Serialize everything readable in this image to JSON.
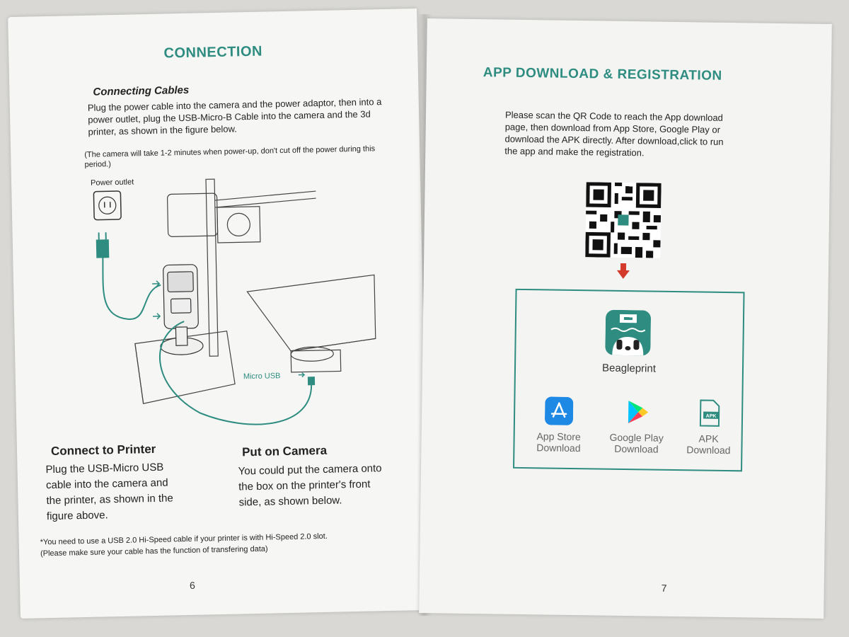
{
  "left_page": {
    "title": "CONNECTION",
    "connecting_heading": "Connecting Cables",
    "connecting_text": "Plug the power cable into the camera and the power adaptor, then into a power outlet, plug the USB-Micro-B Cable into the camera and the 3d printer, as shown in the figure below.",
    "note": "(The camera will take 1-2 minutes when power-up, don't cut off the power during this period.)",
    "power_outlet_label": "Power outlet",
    "micro_usb_label": "Micro USB",
    "connect_heading": "Connect to Printer",
    "connect_text": "Plug the USB-Micro USB cable into the camera and the printer, as shown in the figure above.",
    "put_heading": "Put on Camera",
    "put_text": "You could put the camera onto the box on the printer's front side, as shown below.",
    "footnote1": "*You need to use a USB 2.0 Hi-Speed cable if your printer is with Hi-Speed 2.0 slot.",
    "footnote2": "(Please make sure your cable has the function of transfering data)",
    "page_number": "6"
  },
  "right_page": {
    "title": "APP DOWNLOAD & REGISTRATION",
    "intro": "Please scan the QR Code to reach the App download page, then download from App Store, Google Play or download the APK directly. After download,click to run the app and make the registration.",
    "app_name": "Beagleprint",
    "stores": [
      {
        "line1": "App Store",
        "line2": "Download"
      },
      {
        "line1": "Google Play",
        "line2": "Download"
      },
      {
        "line1": "APK",
        "line2": "Download"
      }
    ],
    "apk_badge": "APK",
    "page_number": "7"
  },
  "colors": {
    "accent": "#2e8c80",
    "arrow": "#d33a2c",
    "app_store": "#1e88e5"
  }
}
